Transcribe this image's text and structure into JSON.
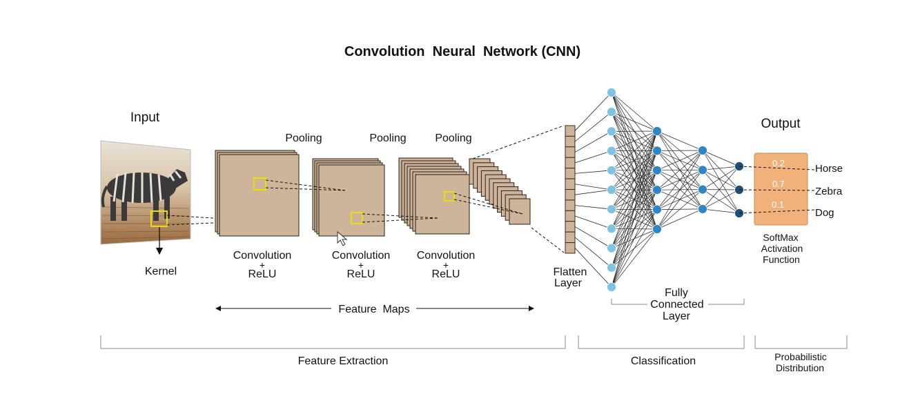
{
  "title": "Convolution  Neural  Network (CNN)",
  "input_label": "Input",
  "kernel_label": "Kernel",
  "pooling_labels": [
    "Pooling",
    "Pooling",
    "Pooling"
  ],
  "conv_labels": [
    {
      "line1": "Convolution",
      "plus": "+",
      "line2": "ReLU"
    },
    {
      "line1": "Convolution",
      "plus": "+",
      "line2": "ReLU"
    },
    {
      "line1": "Convolution",
      "plus": "+",
      "line2": "ReLU"
    }
  ],
  "feature_maps_label": "Feature  Maps",
  "flatten_label": {
    "line1": "Flatten",
    "line2": "Layer"
  },
  "fc_label": {
    "line1": "Fully",
    "line2": "Connected",
    "line3": "Layer"
  },
  "output_label": "Output",
  "softmax_label": {
    "line1": "SoftMax",
    "line2": "Activation",
    "line3": "Function"
  },
  "outputs": [
    {
      "value": "0.2",
      "class": "Horse"
    },
    {
      "value": "0.7",
      "class": "Zebra"
    },
    {
      "value": "0.1",
      "class": "Dog"
    }
  ],
  "sections": {
    "feature_extraction": "Feature Extraction",
    "classification": "Classification",
    "probabilistic": {
      "line1": "Probabilistic",
      "line2": "Distribution"
    }
  },
  "network": {
    "layer_sizes": [
      11,
      6,
      4,
      3
    ]
  },
  "colors": {
    "map_fill": "#cdb49a",
    "kernel_box": "#e8e000",
    "node_light": "#7fc3e3",
    "node_mid": "#2f86c5",
    "node_dark": "#1f4f78",
    "softmax_box": "#f0b27a"
  }
}
